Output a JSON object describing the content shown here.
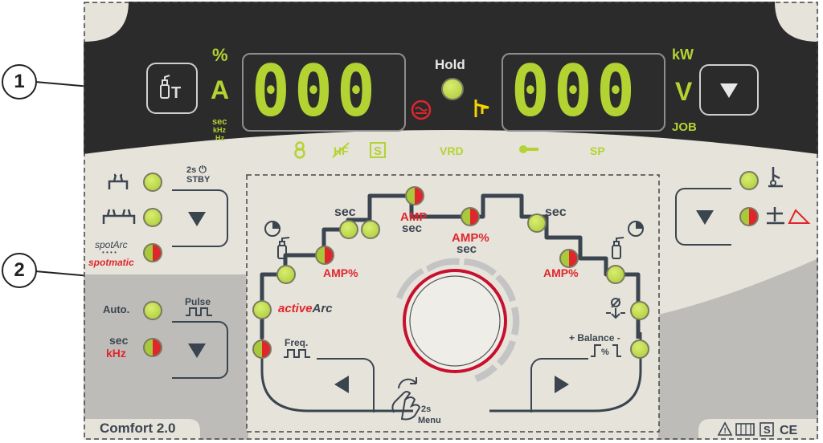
{
  "callouts": {
    "one": "1",
    "two": "2"
  },
  "display": {
    "left_digits": "000",
    "right_digits": "000",
    "unit_percent": "%",
    "unit_amp": "A",
    "unit_sec": "sec",
    "unit_khz": "kHz",
    "unit_hz": "Hz",
    "unit_kw": "kW",
    "unit_v": "V",
    "unit_job": "JOB",
    "hold": "Hold",
    "vrd": "VRD",
    "sp": "SP"
  },
  "left_panel": {
    "standby_label": "2s",
    "standby_label2": "STBY",
    "spotarc": "spotArc",
    "dots": "• • • •",
    "spotmatic": "spotmatic",
    "pulse": "Pulse",
    "auto": "Auto.",
    "sec": "sec",
    "khz": "kHz"
  },
  "sequence": {
    "sec_left": "sec",
    "amp": "AMP",
    "amp_sec": "sec",
    "amp_percent_mid": "AMP%",
    "amp_percent_mid_sec": "sec",
    "sec_right": "sec",
    "amp_percent_left": "AMP%",
    "amp_percent_right": "AMP%",
    "activarc_a": "active",
    "activarc_b": "Arc",
    "freq": "Freq.",
    "balance": "+ Balance -",
    "percent": "%",
    "menu_2s": "2s",
    "menu": "Menu"
  },
  "footer": {
    "model": "Comfort 2.0",
    "s_mark": "S",
    "ce_mark": "CE"
  },
  "colors": {
    "led_green": "#a9c93a",
    "led_red": "#e0262d",
    "display_green": "#b3d332",
    "dark_bg": "#2b2b2b"
  }
}
